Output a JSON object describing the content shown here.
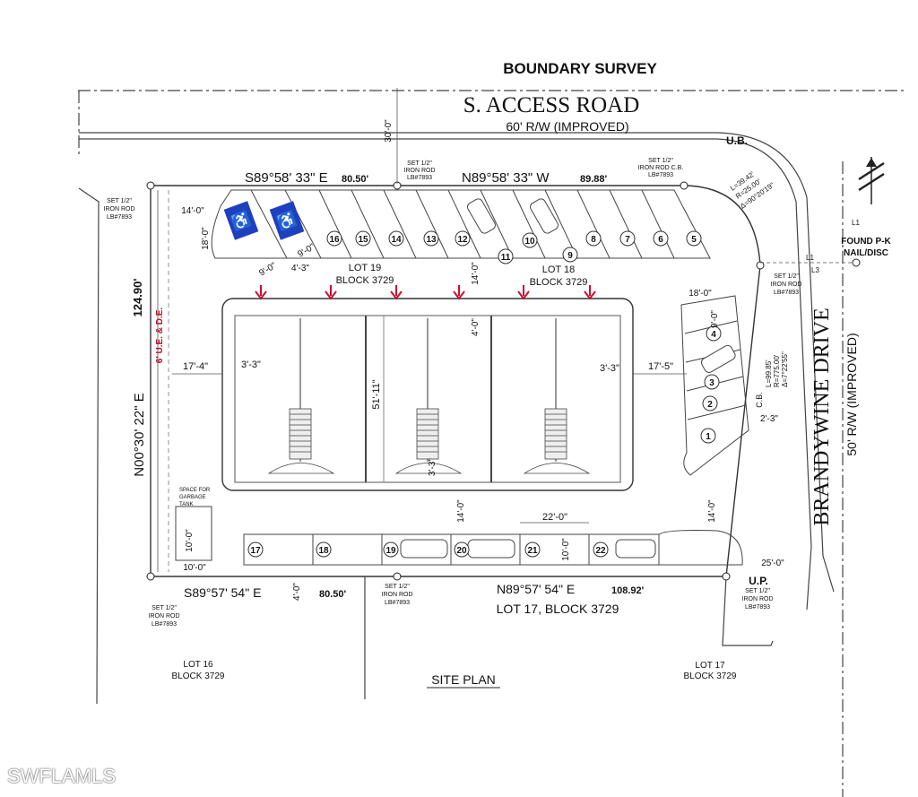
{
  "title": "BOUNDARY SURVEY",
  "roads": {
    "north_name": "S. ACCESS ROAD",
    "north_rw": "60' R/W (IMPROVED)",
    "east_name": "BRANDYWINE DRIVE",
    "east_rw": "50' R/W (IMPROVED)"
  },
  "bearings": {
    "north_left": "S89°58' 33\" E",
    "north_left_dist": "80.50'",
    "north_right": "N89°58' 33\" W",
    "north_right_dist": "89.88'",
    "south_left": "S89°57' 54\" E",
    "south_left_dist": "80.50'",
    "south_right": "N89°57' 54\" E",
    "south_right_dist": "108.92'",
    "west": "N00°30' 22\" E",
    "west_dist": "124.90'"
  },
  "lots": {
    "lot19": [
      "LOT 19",
      "BLOCK 3729"
    ],
    "lot18": [
      "LOT 18",
      "BLOCK 3729"
    ],
    "lot17_south": "LOT 17, BLOCK 3729",
    "lot16": [
      "LOT 16",
      "BLOCK 3729"
    ],
    "lot17_corner": [
      "LOT 17",
      "BLOCK 3729"
    ]
  },
  "monuments": {
    "iron_rod_a": [
      "SET 1/2\"",
      "IRON ROD",
      "LB#7893"
    ],
    "iron_rod_b": [
      "SET 1/2\"",
      "IRON ROD",
      "LB#7893"
    ],
    "iron_rod_cb": [
      "SET 1/2\"",
      "IRON ROD C.B."
    ],
    "iron_rod_c": [
      "SET 1/2\"",
      "IRON ROD",
      "LB#7893"
    ],
    "iron_rod_d": [
      "SET 1/2\"",
      "IRON ROD",
      "LB#7893"
    ],
    "iron_rod_e": [
      "SET 1/2\"",
      "IRON ROD",
      "LB#7893"
    ],
    "iron_rod_f": [
      "SET 1/2\"",
      "IRON ROD",
      "LB#7893"
    ],
    "found_pk": [
      "FOUND P-K",
      "NAIL/DISC"
    ],
    "lb_top": "LB#7893"
  },
  "curves": {
    "top": [
      "L=39.42'",
      "R=25.00'",
      "Δ=90°20'19\""
    ],
    "east": [
      "L=99.85'",
      "R=775.00'",
      "Δ=7°22'55\""
    ]
  },
  "labels": {
    "ub": "U.B.",
    "up": "U.P.",
    "cb": "C.B.",
    "l1_a": "L1",
    "l1_b": "L1",
    "l3": "L3",
    "easement": "6' U.E. & D.E.",
    "garbage": [
      "SPACE FOR",
      "GARBAGE",
      "TANK"
    ],
    "site_plan": "SITE PLAN",
    "watermark": "SWFLAMLS"
  },
  "dimensions": {
    "d_30": "30'-0\"",
    "d_14a": "14'-0\"",
    "d_18a": "18'-0\"",
    "d_9a": "9'-0\"",
    "d_9b": "9'-0\"",
    "d_43": "4'-3\"",
    "d_14b": "14'-0\"",
    "d_4a": "4'-0\"",
    "d_17_4": "17'-4\"",
    "d_33a": "3'-3\"",
    "d_33b": "3'-3\"",
    "d_17_5": "17'-5\"",
    "d_51_11": "51'-11\"",
    "d_18b": "18'-0\"",
    "d_9c": "9'-0\"",
    "d_23": "2'-3\"",
    "d_33c": "3'-3\"",
    "d_14c": "14'-0\"",
    "d_22": "22'-0\"",
    "d_14d": "14'-0\"",
    "d_10a": "10'-0\"",
    "d_10b": "10'-0\"",
    "d_10c": "10'-0\"",
    "d_4b": "4'-0\"",
    "d_25": "25'-0\""
  },
  "parking": {
    "top": [
      "16",
      "15",
      "14",
      "13",
      "12",
      "11",
      "10",
      "9",
      "8",
      "7",
      "6",
      "5"
    ],
    "east": [
      "4",
      "3",
      "2",
      "1"
    ],
    "bottom": [
      "17",
      "18",
      "19",
      "20",
      "21",
      "22"
    ]
  },
  "colors": {
    "line": "#333333",
    "arrow": "#c8102e",
    "handicap": "#1f3fbf",
    "easement_text": "#b5122a"
  }
}
